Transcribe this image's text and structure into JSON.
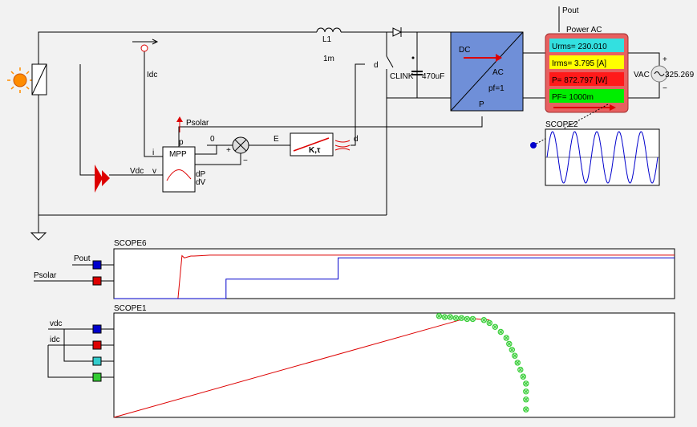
{
  "labels": {
    "l1": "L1",
    "l1_value": "1m",
    "idc": "Idc",
    "psolar_top": "Psolar",
    "p_port": "p",
    "zero": "0",
    "e": "E",
    "d_out": "d",
    "d_switch": "d",
    "mpp": "MPP",
    "i_port": "i",
    "v_port": "v",
    "dp": "dP",
    "dv": "dV",
    "vdc_in": "Vdc",
    "clink": "CLINK",
    "clink_value": "470uF",
    "dc": "DC",
    "ac": "AC",
    "pf": "pf=1",
    "p_in": "P",
    "pout_top": "Pout",
    "power_ac": "Power AC",
    "vac": "VAC",
    "vac_value": "325.269",
    "plus": "+",
    "minus": "−",
    "k_tau": "K,τ",
    "scope2": "SCOPE2",
    "scope6": "SCOPE6",
    "scope1": "SCOPE1",
    "pout_s6": "Pout",
    "psolar_s6": "Psolar",
    "vdc_s1": "vdc",
    "idc_s1": "idc"
  },
  "meter": {
    "rows": [
      {
        "text": "Urms= 230.010",
        "color": "#33e0e0"
      },
      {
        "text": "Irms= 3.795 [A]",
        "color": "#ffff00"
      },
      {
        "text": "P= 872.797 [W]",
        "color": "#ff1a1a"
      },
      {
        "text": "PF= 1000m",
        "color": "#00ee00"
      }
    ]
  },
  "colors": {
    "red": "#dd0000",
    "blue": "#0000cc",
    "green": "#33cc33",
    "cyan": "#33cccc",
    "converter": "#6f8fd8",
    "meter_frame": "#e86060",
    "sun": "#ff8c00"
  },
  "icons": [
    "sun-icon",
    "pv-panel-icon",
    "ground-icon",
    "amplifier-icon",
    "diode-icon",
    "switch-icon",
    "sine-source-icon",
    "summing-junction-icon",
    "filter-icon"
  ],
  "chart_data": [
    {
      "name": "SCOPE2",
      "type": "line",
      "series": [
        {
          "values": [
            0,
            0.82,
            0.94,
            0.27,
            -0.67,
            -1,
            -0.54,
            0.4,
            0.98,
            0.76,
            -0.11,
            -0.87,
            -0.9,
            -0.19,
            0.72,
            0.99,
            0.47,
            -0.48,
            -0.99,
            -0.71,
            0.2,
            0.92,
            0.85,
            0.04,
            -0.8,
            -0.95,
            -0.3,
            0.64,
            1,
            0.57,
            -0.36,
            -0.97,
            -0.79,
            0.09,
            0.86
          ]
        }
      ],
      "ylim": [
        -1,
        1
      ]
    },
    {
      "name": "SCOPE6",
      "type": "line",
      "series": [
        {
          "color": "red",
          "x": [
            0,
            80,
            85,
            88,
            92,
            96,
            100,
            110,
            120,
            700
          ],
          "y": [
            0,
            0,
            0.95,
            0.9,
            0.92,
            0.94,
            0.94,
            0.95,
            0.96,
            0.96
          ]
        },
        {
          "color": "blue",
          "x": [
            0,
            140,
            140,
            280,
            280,
            700
          ],
          "y": [
            0,
            0,
            0.43,
            0.43,
            0.9,
            0.9
          ]
        }
      ],
      "ylim": [
        0,
        1.1
      ]
    },
    {
      "name": "SCOPE1",
      "type": "scatter",
      "series": [
        {
          "color": "red",
          "mode": "line",
          "x": [
            0,
            0.63,
            0.67
          ],
          "y": [
            0,
            1.0,
            0.98
          ]
        },
        {
          "color": "green",
          "mode": "markers",
          "x": [
            0.58,
            0.59,
            0.6,
            0.61,
            0.62,
            0.63,
            0.64,
            0.66,
            0.67,
            0.68,
            0.69,
            0.7,
            0.705,
            0.71,
            0.715,
            0.72,
            0.725,
            0.73,
            0.735,
            0.735,
            0.735,
            0.735
          ],
          "y": [
            1.02,
            1.01,
            1.01,
            1.0,
            1.0,
            0.99,
            0.99,
            0.98,
            0.95,
            0.91,
            0.86,
            0.8,
            0.74,
            0.68,
            0.62,
            0.55,
            0.48,
            0.41,
            0.34,
            0.26,
            0.18,
            0.08
          ]
        }
      ],
      "xlim": [
        0,
        1
      ],
      "ylim": [
        0,
        1.05
      ]
    }
  ]
}
